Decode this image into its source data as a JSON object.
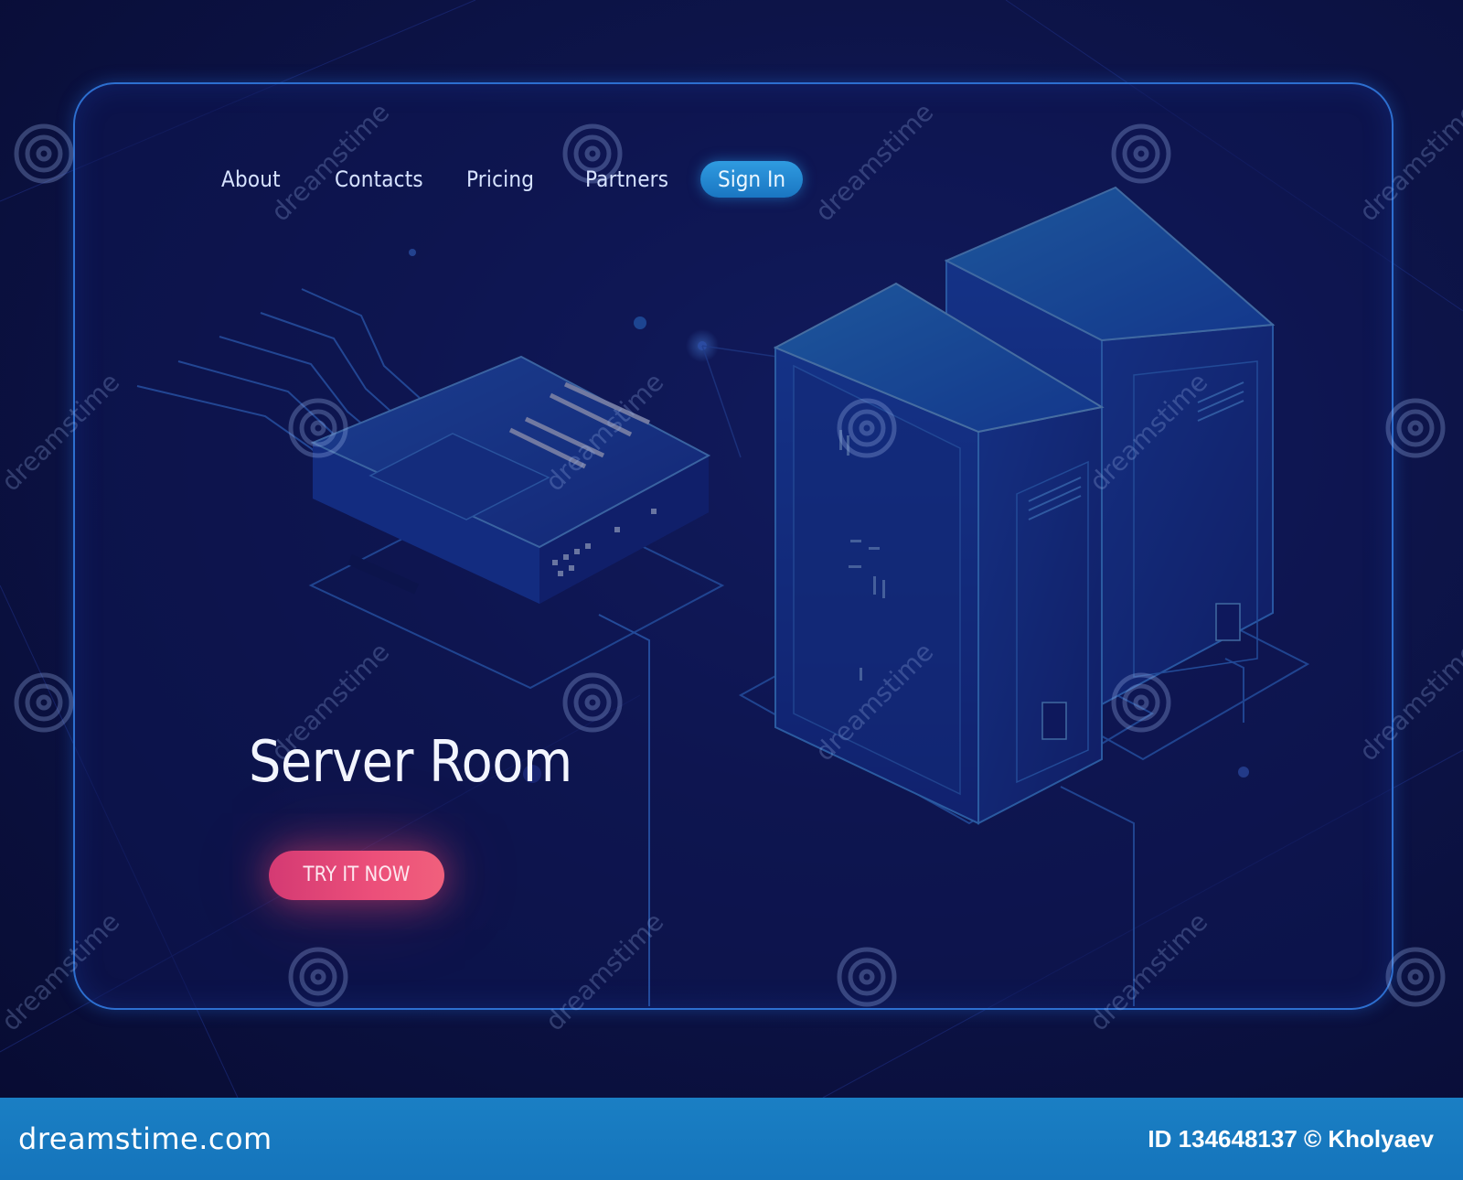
{
  "nav": {
    "items": [
      {
        "label": "About"
      },
      {
        "label": "Contacts"
      },
      {
        "label": "Pricing"
      },
      {
        "label": "Partners"
      }
    ],
    "sign_in_label": "Sign In"
  },
  "hero": {
    "title": "Server Room",
    "cta_label": "TRY IT NOW"
  },
  "watermark": {
    "text": "dreamstime"
  },
  "footer": {
    "brand": "dreamstime.com",
    "credit": "ID 134648137 © Kholyaev"
  },
  "colors": {
    "background": "#0b0f3a",
    "frame_border": "#2d6fd0",
    "accent_blue": "#1a8fd8",
    "cta_pink": "#e94877",
    "footer": "#1874ba"
  }
}
